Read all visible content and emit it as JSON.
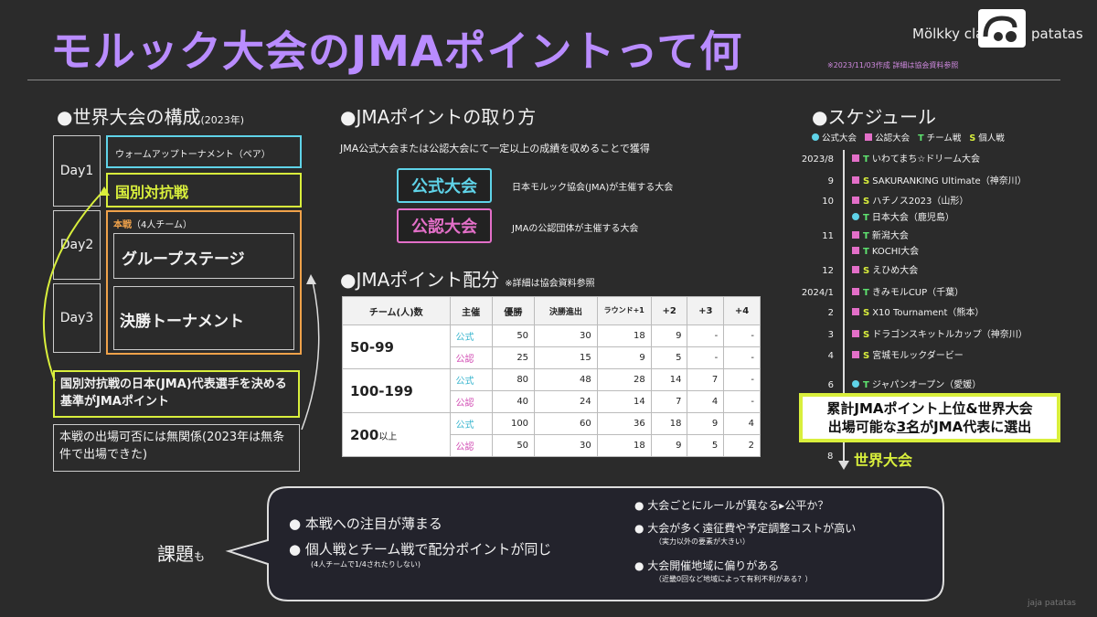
{
  "header": {
    "title": "モルック大会のJMAポイントって何",
    "note": "※2023/11/03作成 詳細は協会資料参照",
    "brand_left": "Mölkky clan",
    "brand_right": "patatas"
  },
  "left": {
    "heading": "●世界大会の構成",
    "heading_small": "(2023年)",
    "days": [
      "Day1",
      "Day2",
      "Day3"
    ],
    "warmup": "ウォームアップトーナメント（ペア）",
    "national": "国別対抗戦",
    "main_label": "本戦",
    "main_sub": "（4人チーム）",
    "group_stage": "グループステージ",
    "final": "決勝トーナメント",
    "note1": "国別対抗戦の日本(JMA)代表選手を決める基準がJMAポイント",
    "note2": "本戦の出場可否には無関係(2023年は無条件で出場できた)"
  },
  "middle": {
    "heading": "●JMAポイントの取り方",
    "desc": "JMA公式大会または公認大会にて一定以上の成績を収めることで獲得",
    "official": "公式大会",
    "official_desc": "日本モルック協会(JMA)が主催する大会",
    "certified": "公認大会",
    "certified_desc": "JMAの公認団体が主催する大会",
    "dist_heading": "●JMAポイント配分",
    "dist_note": "※詳細は協会資料参照",
    "table_headers": [
      "チーム(人)数",
      "主催",
      "優勝",
      "決勝進出",
      "ラウンド+1",
      "+2",
      "+3",
      "+4"
    ],
    "table_rows": [
      {
        "cat": "50-99",
        "cat_suffix": "",
        "rows": [
          {
            "host": "公式",
            "vals": [
              "50",
              "30",
              "18",
              "9",
              "-",
              "-"
            ]
          },
          {
            "host": "公認",
            "vals": [
              "25",
              "15",
              "9",
              "5",
              "-",
              "-"
            ]
          }
        ]
      },
      {
        "cat": "100-199",
        "cat_suffix": "",
        "rows": [
          {
            "host": "公式",
            "vals": [
              "80",
              "48",
              "28",
              "14",
              "7",
              "-"
            ]
          },
          {
            "host": "公認",
            "vals": [
              "40",
              "24",
              "14",
              "7",
              "4",
              "-"
            ]
          }
        ]
      },
      {
        "cat": "200",
        "cat_suffix": "以上",
        "rows": [
          {
            "host": "公式",
            "vals": [
              "100",
              "60",
              "36",
              "18",
              "9",
              "4"
            ]
          },
          {
            "host": "公認",
            "vals": [
              "50",
              "30",
              "18",
              "9",
              "5",
              "2"
            ]
          }
        ]
      }
    ]
  },
  "schedule": {
    "heading": "●スケジュール",
    "legend": [
      "公式大会",
      "公認大会",
      "T",
      "チーム戦",
      "S",
      "個人戦"
    ],
    "items": [
      {
        "month": "2023/8",
        "kind": "pink",
        "type": "T",
        "name": "いわてまち☆ドリーム大会"
      },
      {
        "month": "9",
        "kind": "pink",
        "type": "S",
        "name": "SAKURANKING Ultimate（神奈川）"
      },
      {
        "month": "10",
        "kind": "pink",
        "type": "S",
        "name": "ハチノス2023（山形）"
      },
      {
        "month": "",
        "kind": "cyan",
        "type": "T",
        "name": "日本大会（鹿児島）"
      },
      {
        "month": "11",
        "kind": "pink",
        "type": "T",
        "name": "新潟大会"
      },
      {
        "month": "",
        "kind": "pink",
        "type": "T",
        "name": "KOCHI大会"
      },
      {
        "month": "12",
        "kind": "pink",
        "type": "S",
        "name": "えひめ大会"
      },
      {
        "month": "2024/1",
        "kind": "pink",
        "type": "T",
        "name": "きみモルCUP（千葉）"
      },
      {
        "month": "2",
        "kind": "pink",
        "type": "S",
        "name": "X10 Tournament（熊本）"
      },
      {
        "month": "3",
        "kind": "pink",
        "type": "S",
        "name": "ドラゴンスキットルカップ（神奈川）"
      },
      {
        "month": "4",
        "kind": "pink",
        "type": "S",
        "name": "宮城モルックダービー"
      },
      {
        "month": "6",
        "kind": "cyan",
        "type": "T",
        "name": "ジャパンオープン（愛媛）"
      }
    ],
    "result_line1": "累計JMAポイント上位&世界大会",
    "result_line2_a": "出場可能な",
    "result_line2_b": "3名",
    "result_line2_c": "がJMA代表に選出",
    "final_month": "8",
    "final_name": "世界大会"
  },
  "issues": {
    "label": "課題",
    "label_suffix": "も",
    "left": [
      {
        "text": "本戦への注目が薄まる",
        "sub": ""
      },
      {
        "text": "個人戦とチーム戦で配分ポイントが同じ",
        "sub": "(4人チームで1/4されたりしない)"
      }
    ],
    "right": [
      {
        "text": "大会ごとにルールが異なる▸公平か？",
        "sub": ""
      },
      {
        "text": "大会が多く遠征費や予定調整コストが高い",
        "sub": "（実力以外の要素が大きい）"
      },
      {
        "text": "大会開催地域に偏りがある",
        "sub": "（近畿0回など地域によって有利不利がある？）"
      }
    ]
  },
  "footer": {
    "credit": "jaja patatas"
  },
  "colors": {
    "accent": "#b98cff",
    "official": "#5fd3e8",
    "certified": "#e36fc8",
    "highlight": "#d9ef3c",
    "orange": "#f0a24a"
  }
}
